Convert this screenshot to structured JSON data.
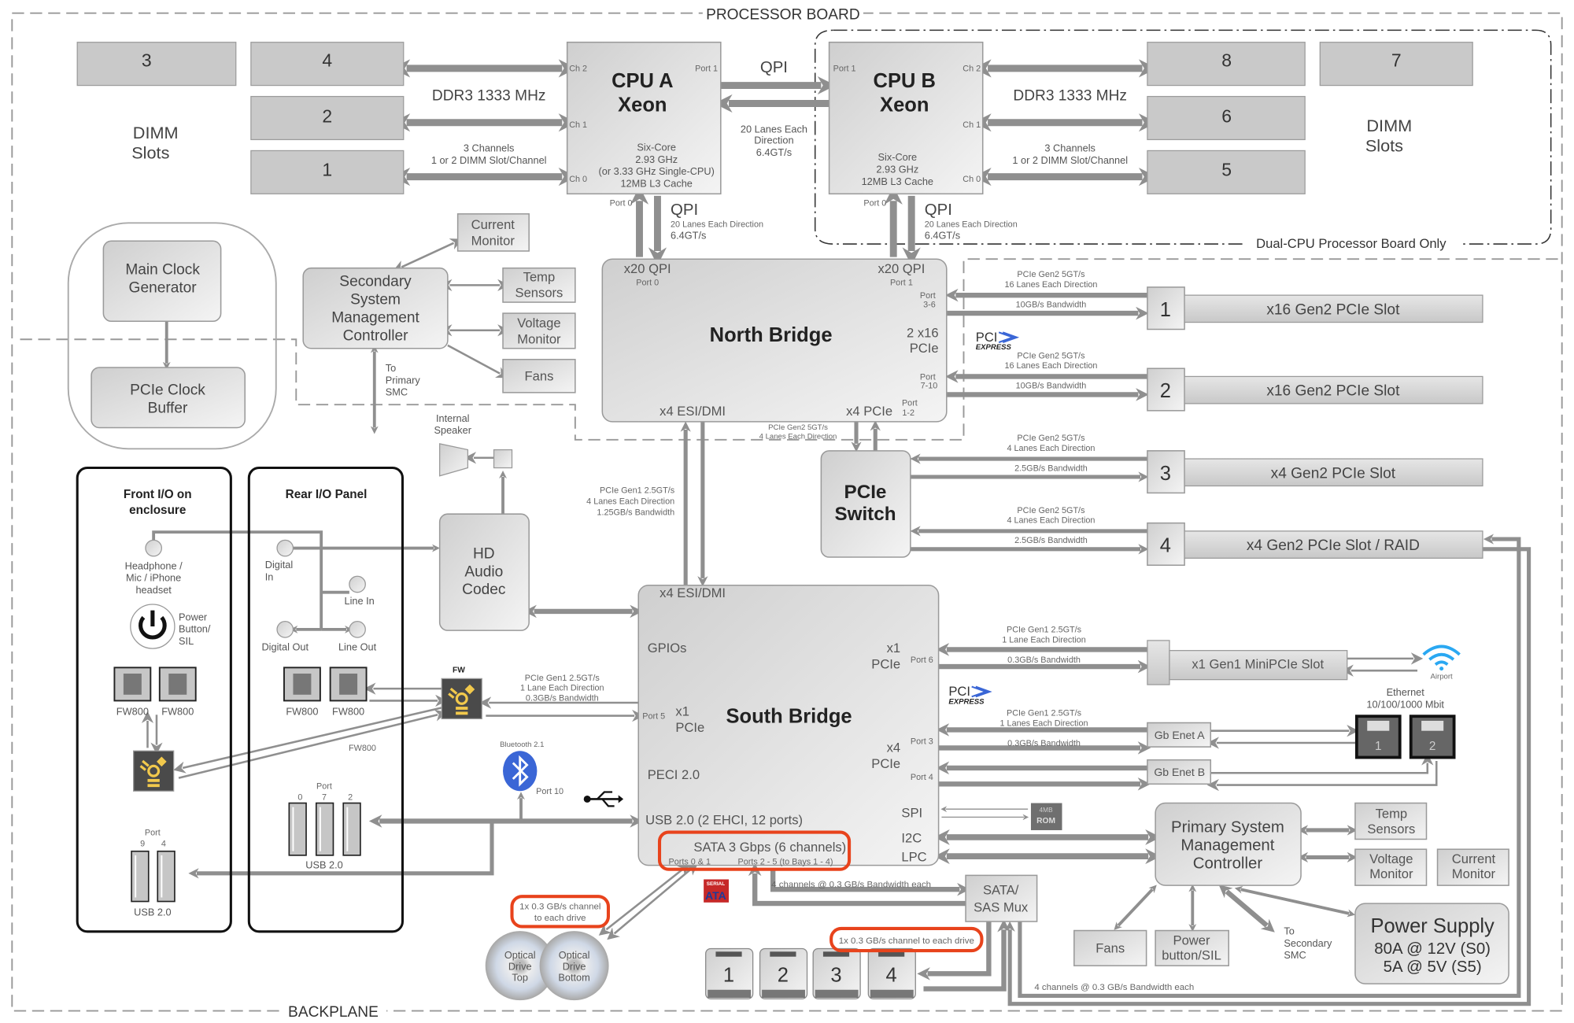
{
  "frame": {
    "processor_board": "PROCESSOR BOARD",
    "backplane": "BACKPLANE",
    "dual_cpu": "Dual-CPU Processor Board Only"
  },
  "dimms": {
    "left": [
      "3",
      "4",
      "2",
      "1"
    ],
    "right": [
      "8",
      "7",
      "6",
      "5"
    ],
    "label": [
      "DIMM",
      "Slots"
    ]
  },
  "memory": {
    "speed": "DDR3 1333 MHz",
    "channels": [
      "3 Channels",
      "1 or 2 DIMM Slot/Channel"
    ]
  },
  "cpu_a": {
    "name": [
      "CPU A",
      "Xeon"
    ],
    "specs": [
      "Six-Core",
      "2.93 GHz",
      "(or 3.33 GHz Single-CPU)",
      "12MB L3 Cache"
    ],
    "ch": [
      "Ch 2",
      "Ch 1",
      "Ch 0"
    ],
    "port1": "Port 1",
    "port0": "Port 0"
  },
  "cpu_b": {
    "name": [
      "CPU B",
      "Xeon"
    ],
    "specs": [
      "Six-Core",
      "2.93 GHz",
      "12MB L3 Cache"
    ],
    "ch": [
      "Ch 2",
      "Ch 1",
      "Ch 0"
    ],
    "port1": "Port 1",
    "port0": "Port 0"
  },
  "qpi": {
    "label": "QPI",
    "between": [
      "20 Lanes Each",
      "Direction",
      "6.4GT/s"
    ],
    "down": [
      "20 Lanes Each Direction",
      "6.4GT/s"
    ]
  },
  "north_bridge": {
    "name": "North Bridge",
    "qpi": "x20 QPI",
    "port0": "Port 0",
    "port1": "Port 1",
    "pcie": [
      "2 x16",
      "PCIe"
    ],
    "p36": [
      "Port",
      "3-6"
    ],
    "p710": [
      "Port",
      "7-10"
    ],
    "p12": [
      "Port",
      "1-2"
    ],
    "esi": "x4 ESI/DMI",
    "x4pcie": "x4 PCIe"
  },
  "pcie_logo": [
    "PCI",
    "EXPRESS"
  ],
  "pcie_slots": [
    {
      "num": "1",
      "label": "x16 Gen2 PCIe Slot",
      "speed": [
        "PCIe Gen2 5GT/s",
        "16 Lanes Each Direction"
      ],
      "bw": "10GB/s Bandwidth"
    },
    {
      "num": "2",
      "label": "x16 Gen2 PCIe Slot",
      "speed": [
        "PCIe Gen2 5GT/s",
        "16 Lanes Each Direction"
      ],
      "bw": "10GB/s Bandwidth"
    },
    {
      "num": "3",
      "label": "x4 Gen2 PCIe Slot",
      "speed": [
        "PCIe Gen2 5GT/s",
        "4 Lanes Each Direction"
      ],
      "bw": "2.5GB/s Bandwidth"
    },
    {
      "num": "4",
      "label": "x4 Gen2 PCIe Slot / RAID",
      "speed": [
        "PCIe Gen2 5GT/s",
        "4 Lanes Each Direction"
      ],
      "bw": "2.5GB/s Bandwidth"
    }
  ],
  "nb_switch_link": [
    "PCIe Gen2 5GT/s",
    "4 Lanes Each Direction"
  ],
  "pcie_switch": [
    "PCIe",
    "Switch"
  ],
  "dmi_link": [
    "PCIe Gen1 2.5GT/s",
    "4 Lanes Each Direction",
    "1.25GB/s Bandwidth"
  ],
  "south_bridge": {
    "name": "South Bridge",
    "esi": "x4 ESI/DMI",
    "gpios": "GPIOs",
    "x1": "x1",
    "pcie": "PCIe",
    "x4": "x4",
    "port6": "Port 6",
    "port5": "Port 5",
    "port3": "Port 3",
    "port4": "Port 4",
    "peci": "PECI 2.0",
    "spi": "SPI",
    "usb": "USB 2.0  (2 EHCI, 12 ports)",
    "i2c": "I2C",
    "lpc": "LPC",
    "sata": "SATA 3 Gbps (6 channels)",
    "sata_ports01": "Ports 0 & 1",
    "sata_ports25": "Ports 2 - 5 (to Bays 1 - 4)"
  },
  "minipcie": {
    "label": "x1 Gen1 MiniPCIe Slot",
    "speed": [
      "PCIe Gen1 2.5GT/s",
      "1 Lane Each Direction"
    ],
    "bw": "0.3GB/s Bandwidth",
    "airport": "Airport"
  },
  "ethernet": {
    "title": [
      "Ethernet",
      "10/100/1000 Mbit"
    ],
    "speed": [
      "PCIe Gen1 2.5GT/s",
      "1 Lanes Each Direction"
    ],
    "bw": "0.3GB/s Bandwidth",
    "a": "Gb Enet A",
    "b": "Gb Enet B",
    "jacks": [
      "1",
      "2"
    ]
  },
  "rom": [
    "4MB",
    "ROM"
  ],
  "primary_smc": {
    "name": [
      "Primary System",
      "Management",
      "Controller"
    ],
    "temp": [
      "Temp",
      "Sensors"
    ],
    "voltage": [
      "Voltage",
      "Monitor"
    ],
    "current": [
      "Current",
      "Monitor"
    ],
    "fans": "Fans",
    "power_button": [
      "Power",
      "button/SIL"
    ],
    "to_secondary": [
      "To",
      "Secondary",
      "SMC"
    ]
  },
  "power_supply": [
    "Power Supply",
    "80A @ 12V (S0)",
    "5A @ 5V (S5)"
  ],
  "sata_mux": [
    "SATA/",
    "SAS Mux"
  ],
  "sata_mux_link": "4 channels @ 0.3 GB/s Bandwidth each",
  "mux_return_link": "4 channels @ 0.3 GB/s Bandwidth each",
  "drives": {
    "bays": [
      "1",
      "2",
      "3",
      "4"
    ],
    "note": "1x 0.3 GB/s channel to each drive"
  },
  "optical": {
    "note": [
      "1x 0.3 GB/s channel",
      "to each drive"
    ],
    "top": [
      "Optical",
      "Drive",
      "Top"
    ],
    "bottom": [
      "Optical",
      "Drive",
      "Bottom"
    ]
  },
  "sata_logo": [
    "SERIAL",
    "ATA"
  ],
  "secondary_smc": {
    "name": [
      "Secondary",
      "System",
      "Management",
      "Controller"
    ],
    "current": [
      "Current",
      "Monitor"
    ],
    "temp": [
      "Temp",
      "Sensors"
    ],
    "voltage": [
      "Voltage",
      "Monitor"
    ],
    "fans": "Fans",
    "to_primary": [
      "To",
      "Primary",
      "SMC"
    ]
  },
  "clock": {
    "main": [
      "Main Clock",
      "Generator"
    ],
    "buffer": [
      "PCIe Clock",
      "Buffer"
    ]
  },
  "speaker": [
    "Internal",
    "Speaker"
  ],
  "audio_codec": [
    "HD",
    "Audio",
    "Codec"
  ],
  "front_io": {
    "title": [
      "Front I/O on",
      "enclosure"
    ],
    "headphone": [
      "Headphone /",
      "Mic / iPhone",
      "headset"
    ],
    "power": [
      "Power",
      "Button/",
      "SIL"
    ],
    "fw": [
      "FW800",
      "FW800"
    ],
    "port_label": "Port",
    "usb_ports": [
      "9",
      "4"
    ],
    "usb": "USB 2.0"
  },
  "rear_io": {
    "title": "Rear I/O Panel",
    "digital_in": [
      "Digital",
      "In"
    ],
    "line_in": "Line In",
    "digital_out": "Digital Out",
    "line_out": "Line Out",
    "fw": [
      "FW800",
      "FW800"
    ],
    "fw_link": "FW800",
    "port_label": "Port",
    "usb_ports": [
      "0",
      "7",
      "2"
    ],
    "usb": "USB 2.0"
  },
  "fw_chip": "FW",
  "fw_link": [
    "PCIe Gen1 2.5GT/s",
    "1 Lane Each Direction",
    "0.3GB/s Bandwidth"
  ],
  "bluetooth": {
    "label": "Bluetooth 2.1",
    "port": "Port 10"
  },
  "colors": {
    "arrow": "#8f8f8f",
    "box": "#dcdcdc",
    "highlight": "#e8431c",
    "firewire": "#f2c94c",
    "bluetooth": "#3a66d6",
    "wifi": "#2aa8f2"
  }
}
